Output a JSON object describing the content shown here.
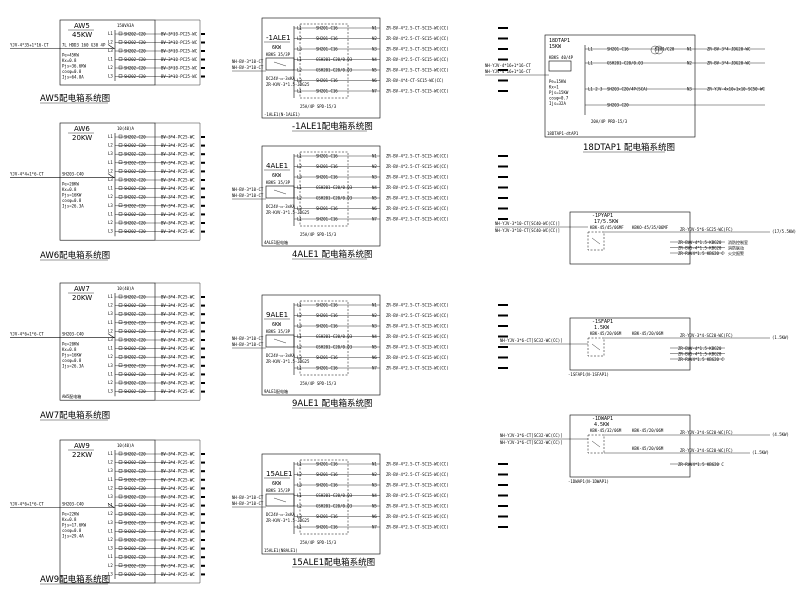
{
  "boards": [
    {
      "id": "AW5",
      "name": "AW5",
      "power": "45KW",
      "feeder": "YJV-4*35+1*16-CT",
      "feeder_note": "7L HDD3 160 G30 4P",
      "params": [
        "Pe=45KW",
        "Kx=0.8",
        "Pjs=36.6KW",
        "cosφ=0.8",
        "Ijs=64.8A"
      ],
      "breaker_head": "150VA3A",
      "circuits": [
        {
          "l": "L1",
          "b": "SH202-C20",
          "c": "BV-3*10-PC25-WC"
        },
        {
          "l": "L2",
          "b": "SH202-C20",
          "c": "BV-3*10-PC25-WC"
        },
        {
          "l": "L3",
          "b": "SH202-C20",
          "c": "BV-3*10-PC25-WC"
        },
        {
          "l": "L1",
          "b": "SH202-C20",
          "c": "BV-3*10-PC25-WC"
        },
        {
          "l": "L2",
          "b": "SH202-C20",
          "c": "BV-3*10-PC25-WC"
        },
        {
          "l": "L3",
          "b": "SH202-C20",
          "c": "BV-3*10-PC25-WC"
        }
      ],
      "caption": "AW5配电箱系统图"
    },
    {
      "id": "AW6",
      "name": "AW6",
      "power": "20KW",
      "feeder": "YJV-4*4+1*6-CT",
      "main_breaker": "SH203-C40",
      "params": [
        "Pe=20KW",
        "Kx=0.8",
        "Pjs=16KW",
        "cosφ=0.8",
        "Ijs=26.3A"
      ],
      "breaker_head": "10(40)A",
      "circuits": [
        {
          "l": "L1",
          "b": "SH202-C20",
          "c": "BV-3*4-PC25-WC"
        },
        {
          "l": "L2",
          "b": "SH202-C20",
          "c": "BV-3*4-PC25-WC"
        },
        {
          "l": "L3",
          "b": "SH202-C20",
          "c": "BV-3*4-PC25-WC"
        },
        {
          "l": "L1",
          "b": "SH202-C20",
          "c": "BV-3*4-PC25-WC"
        },
        {
          "l": "L2",
          "b": "SH202-C20",
          "c": "BV-3*4-PC25-WC"
        },
        {
          "l": "L3",
          "b": "SH202-C20",
          "c": "BV-3*4-PC25-WC"
        },
        {
          "l": "L1",
          "b": "SH202-C20",
          "c": "BV-3*4-PC25-WC"
        },
        {
          "l": "L2",
          "b": "SH202-C20",
          "c": "BV-3*4-PC25-WC"
        },
        {
          "l": "L3",
          "b": "SH202-C20",
          "c": "BV-3*4-PC25-WC"
        },
        {
          "l": "L1",
          "b": "SH202-C20",
          "c": "BV-3*4-PC25-WC"
        },
        {
          "l": "L2",
          "b": "SH202-C20",
          "c": "BV-3*4-PC25-WC"
        },
        {
          "l": "L3",
          "b": "SH202-C20",
          "c": "BV-3*4-PC25-WC"
        }
      ],
      "caption": "AW6配电箱系统图"
    },
    {
      "id": "AW7",
      "name": "AW7",
      "power": "20KW",
      "feeder": "YJV-4*6+1*6-CT",
      "main_breaker": "SH203-C40",
      "params": [
        "Pe=20KW",
        "Kx=0.8",
        "Pjs=16KW",
        "cosφ=0.8",
        "Ijs=26.3A"
      ],
      "breaker_head": "10(40)A",
      "note": "AW5配电箱",
      "circuits": [
        {
          "l": "L1",
          "b": "SH202-C20",
          "c": "BV-3*4-PC25-WC"
        },
        {
          "l": "L2",
          "b": "SH202-C20",
          "c": "BV-3*4-PC25-WC"
        },
        {
          "l": "L3",
          "b": "SH202-C20",
          "c": "BV-3*4-PC25-WC"
        },
        {
          "l": "L1",
          "b": "SH202-C20",
          "c": "BV-3*4-PC25-WC"
        },
        {
          "l": "L2",
          "b": "SH202-C20",
          "c": "BV-3*4-PC25-WC"
        },
        {
          "l": "L3",
          "b": "SH202-C20",
          "c": "BV-3*4-PC25-WC"
        },
        {
          "l": "L1",
          "b": "SH202-C20",
          "c": "BV-3*4-PC25-WC"
        },
        {
          "l": "L2",
          "b": "SH202-C20",
          "c": "BV-3*4-PC25-WC"
        },
        {
          "l": "L3",
          "b": "SH202-C20",
          "c": "BV-3*4-PC25-WC"
        },
        {
          "l": "L1",
          "b": "SH202-C20",
          "c": "BV-3*4-PC25-WC"
        },
        {
          "l": "L2",
          "b": "SH202-C20",
          "c": "BV-3*4-PC25-WC"
        },
        {
          "l": "L3",
          "b": "SH202-C20",
          "c": "BV-3*4-PC25-WC"
        }
      ],
      "caption": "AW7配电箱系统图"
    },
    {
      "id": "AW9",
      "name": "AW9",
      "power": "22KW",
      "feeder": "YJV-4*6+1*6-CT",
      "main_breaker": "SH203-C40",
      "params": [
        "Pe=22KW",
        "Kx=0.8",
        "Pjs=17.6KW",
        "cosφ=0.8",
        "Ijs=29.4A"
      ],
      "breaker_head": "10(40)A",
      "circuits": [
        {
          "l": "L1",
          "b": "SH202-C20",
          "c": "BV-3*4-PC25-WC"
        },
        {
          "l": "L2",
          "b": "SH202-C20",
          "c": "BV-3*4-PC25-WC"
        },
        {
          "l": "L3",
          "b": "SH202-C20",
          "c": "BV-3*4-PC25-WC"
        },
        {
          "l": "L1",
          "b": "SH202-C20",
          "c": "BV-3*4-PC25-WC"
        },
        {
          "l": "L2",
          "b": "SH202-C20",
          "c": "BV-3*4-PC25-WC"
        },
        {
          "l": "L3",
          "b": "SH202-C20",
          "c": "BV-3*4-PC25-WC"
        },
        {
          "l": "L1",
          "b": "SH202-C20",
          "c": "BV-3*4-PC25-WC"
        },
        {
          "l": "L2",
          "b": "SH202-C20",
          "c": "BV-3*4-PC25-WC"
        },
        {
          "l": "L3",
          "b": "SH202-C20",
          "c": "BV-3*4-PC25-WC"
        },
        {
          "l": "L1",
          "b": "SH202-C20",
          "c": "BV-3*4-PC25-WC"
        },
        {
          "l": "L2",
          "b": "SH202-C20",
          "c": "BV-3*4-PC25-WC"
        },
        {
          "l": "L3",
          "b": "SH202-C20",
          "c": "BV-3*4-PC25-WC"
        },
        {
          "l": "L1",
          "b": "SH202-C20",
          "c": "BV-3*4-PC25-WC"
        },
        {
          "l": "L2",
          "b": "SH202-C20",
          "c": "BV-3*4-PC25-WC"
        },
        {
          "l": "L3",
          "b": "SH202-C20",
          "c": "BV-3*4-PC25-WC"
        }
      ],
      "caption": "AW9配电箱系统图"
    }
  ],
  "ale_boards": [
    {
      "id": "ALE-1",
      "name": "-1ALE1",
      "power": "6KW",
      "feeders": [
        "NH-BV-3*10-CT",
        "NH-BV-3*10-CT"
      ],
      "main": "KBKS 35/3P",
      "sub": [
        "DC24V-◻-3xKA",
        "ZR-KVV-3*1.5-JDG25"
      ],
      "bottom_note": "-1ALE1(N-1ALE1)",
      "meter": "25A/4P SPD-15/3",
      "circuits": [
        {
          "l": "L1",
          "b": "SH201-C16",
          "n": "N1",
          "c": "ZR-BV-4*2.5-CT-SC15-WC(CC)"
        },
        {
          "l": "L2",
          "b": "SH201-C16",
          "n": "N2",
          "c": "ZR-BV-4*2.5-CT-SC15-WC(CC)"
        },
        {
          "l": "L3",
          "b": "SH201-C16",
          "n": "N3",
          "c": "ZR-BV-4*2.5-CT-SC15-WC(CC)"
        },
        {
          "l": "L1",
          "b": "GSH201-C20/0.03",
          "n": "N4",
          "c": "ZR-BV-4*2.5-CT-SC15-WC(CC)"
        },
        {
          "l": "L2",
          "b": "GSH201-C20/0.03",
          "n": "N5",
          "c": "ZR-BV-4*2.5-CT-SC15-WC(CC)"
        },
        {
          "l": "L3",
          "b": "SH201-C16",
          "n": "N6",
          "c": "ZR-BV-4*4-CT-SC15-WC(CC)"
        },
        {
          "l": "L1",
          "b": "SH201-C16",
          "n": "N7",
          "c": "ZR-BV-4*2.5-CT-SC15-WC(CC)"
        }
      ],
      "caption": "-1ALE1配电箱系统图"
    },
    {
      "id": "ALE4",
      "name": "4ALE1",
      "power": "6KW",
      "feeders": [
        "NH-BV-3*10-CT",
        "NH-BV-3*10-CT"
      ],
      "main": "KBKS 35/3P",
      "sub": [
        "DC24V-◻-3xKA",
        "ZR-KVV-3*1.5-JDG25"
      ],
      "bottom_note": "4ALE1配电箱",
      "meter": "25A/4P SPD-15/3",
      "circuits": [
        {
          "l": "L1",
          "b": "SH201-C16",
          "n": "N1",
          "c": "ZR-BV-4*2.5-CT-SC15-WC(CC)"
        },
        {
          "l": "L2",
          "b": "SH201-C16",
          "n": "N2",
          "c": "ZR-BV-4*2.5-CT-SC15-WC(CC)"
        },
        {
          "l": "L3",
          "b": "SH201-C16",
          "n": "N3",
          "c": "ZR-BV-4*2.5-CT-SC15-WC(CC)"
        },
        {
          "l": "L1",
          "b": "GSH201-C20/0.03",
          "n": "N4",
          "c": "ZR-BV-4*2.5-CT-SC15-WC(CC)"
        },
        {
          "l": "L2",
          "b": "GSH201-C20/0.03",
          "n": "N5",
          "c": "ZR-BV-4*2.5-CT-SC15-WC(CC)"
        },
        {
          "l": "L3",
          "b": "SH201-C16",
          "n": "N6",
          "c": "ZR-BV-4*2.5-CT-SC15-WC(CC)"
        },
        {
          "l": "L1",
          "b": "SH201-C16",
          "n": "N7",
          "c": "ZR-BV-4*2.5-CT-SC15-WC(CC)"
        }
      ],
      "caption": "4ALE1 配电箱系统图"
    },
    {
      "id": "ALE9",
      "name": "9ALE1",
      "power": "6KW",
      "feeders": [
        "NH-BV-3*10-CT",
        "NH-BV-3*10-CT"
      ],
      "main": "KBKS 35/3P",
      "sub": [
        "DC24V-◻-3xKA",
        "ZR-KVV-3*1.5-JDG25"
      ],
      "bottom_note": "9ALE1配电箱",
      "meter": "25A/4P SPD-15/3",
      "circuits": [
        {
          "l": "L1",
          "b": "SH201-C16",
          "n": "N1",
          "c": "ZR-BV-4*2.5-CT-SC15-WC(CC)"
        },
        {
          "l": "L2",
          "b": "SH201-C16",
          "n": "N2",
          "c": "ZR-BV-4*2.5-CT-SC15-WC(CC)"
        },
        {
          "l": "L3",
          "b": "SH201-C16",
          "n": "N3",
          "c": "ZR-BV-4*2.5-CT-SC15-WC(CC)"
        },
        {
          "l": "L1",
          "b": "GSH201-C20/0.03",
          "n": "N4",
          "c": "ZR-BV-4*2.5-CT-SC15-WC(CC)"
        },
        {
          "l": "L2",
          "b": "GSH201-C20/0.03",
          "n": "N5",
          "c": "ZR-BV-4*2.5-CT-SC15-WC(CC)"
        },
        {
          "l": "L3",
          "b": "SH201-C16",
          "n": "N6",
          "c": "ZR-BV-4*2.5-CT-SC15-WC(CC)"
        },
        {
          "l": "L1",
          "b": "SH201-C16",
          "n": "N7",
          "c": "ZR-BV-4*2.5-CT-SC15-WC(CC)"
        }
      ],
      "caption": "9ALE1 配电箱系统图"
    },
    {
      "id": "ALE15",
      "name": "15ALE1",
      "power": "6KW",
      "feeders": [
        "NH-BV-3*10-CT",
        "NH-BV-3*10-CT"
      ],
      "main": "KBKS 35/3P",
      "sub": [
        "DC24V-◻-3xKA",
        "ZR-KVV-3*1.5-JDG25"
      ],
      "bottom_note": "15ALE1(N8ALE1)",
      "meter": "25A/4P SPD-15/3",
      "circuits": [
        {
          "l": "L1",
          "b": "SH201-C16",
          "n": "N1",
          "c": "ZR-BV-4*2.5-CT-SC15-WC(CC)"
        },
        {
          "l": "L2",
          "b": "SH201-C16",
          "n": "N2",
          "c": "ZR-BV-4*2.5-CT-SC15-WC(CC)"
        },
        {
          "l": "L3",
          "b": "SH201-C16",
          "n": "N3",
          "c": "ZR-BV-4*2.5-CT-SC15-WC(CC)"
        },
        {
          "l": "L1",
          "b": "GSH201-C20/0.03",
          "n": "N4",
          "c": "ZR-BV-4*2.5-CT-SC15-WC(CC)"
        },
        {
          "l": "L2",
          "b": "GSH201-C20/0.03",
          "n": "N5",
          "c": "ZR-BV-4*2.5-CT-SC15-WC(CC)"
        },
        {
          "l": "L3",
          "b": "SH201-C16",
          "n": "N6",
          "c": "ZR-BV-4*2.5-CT-SC15-WC(CC)"
        },
        {
          "l": "L1",
          "b": "SH201-C16",
          "n": "N7",
          "c": "ZR-BV-4*2.5-CT-SC15-WC(CC)"
        }
      ],
      "caption": "15ALE1配电箱系统图"
    }
  ],
  "dtap": {
    "name": "18DTAP1",
    "power": "15KW",
    "feeders": [
      "NH-YJV-4*16+1*16-CT",
      "NH-YJV-4*16+1*16-CT"
    ],
    "main": "KBKS 40/4P",
    "params": [
      "Pe=15KW",
      "Kx=1",
      "Pjs=15KW",
      "cosφ=0.7",
      "Ijs=32A"
    ],
    "bottom_note": "18DTAP1-dtAP1",
    "circuits": [
      {
        "l": "L1",
        "b": "SH201-C16",
        "extra": "S201/C20",
        "n": "N1",
        "c": "ZR-BV-3*4-JDG20-WC"
      },
      {
        "l": "L1",
        "b": "GSH201-C20/0.03",
        "n": "N2",
        "c": "ZR-BV-3*4-JDG20-WC"
      },
      {
        "l": "L1 2 3",
        "b": "SH203-C20/4P(SCA)",
        "n": "N3",
        "c": "ZR-YJV-4x10+1x10-SC50-WC"
      },
      {
        "l": "",
        "b": "SH203-C20",
        "n": "",
        "c": ""
      }
    ],
    "meter": "20A/4P  PRD-15/3",
    "caption": "18DTAP1 配电箱系统图"
  },
  "fans": [
    {
      "name": "-1PYAP1",
      "power": "17/5.5KW",
      "feeders": [
        "NH-YJV-3*10-CT[SC40-WC(CC)]",
        "NH-YJV-3*10-CT[SC40-WC(CC)]"
      ],
      "main": "KBK-45/45/06MF",
      "breaker": "KBKO-45/35/06MF",
      "out": "ZR-YJV-5*6-SC25-WC(FC)",
      "rating": "(17/5.5KW)",
      "lines": [
        "ZR-BVV-4*1.5-KBG20",
        "ZR-BV5-4*1.5-KBG20",
        "ZR-RVV4*1.5 KBG20 C"
      ],
      "remarks": [
        "消防控制室",
        "消防联动",
        "火灾报警"
      ]
    },
    {
      "name": "-1SFAP1",
      "power": "1.5KW",
      "feeders": [
        "NH-YJV-3*6-CT[SC32-WC(CC)]"
      ],
      "main": "KBK-45/20/06M",
      "breaker": "KBK-45/20/06M",
      "out": "ZR-YJV-3*4-SC20-WC(FC)",
      "rating": "(1.5KW)",
      "lines": [
        "ZR-BVV-4*1.5-KBG20",
        "ZR-BV5-4*1.5-KBG20",
        "ZR-RVV4*1.5 KBG20 C"
      ],
      "bottom": "-1SFAP1(N-1SFAP1)"
    },
    {
      "name": "-1DWAP1",
      "power": "4.5KW",
      "feeders": [
        "NH-YJV-3*6-CT[SC32-WC(CC)]",
        "NH-YJV-3*6-CT[SC32-WC(CC)]"
      ],
      "main": "KBK-45/32/06M",
      "breaker": "KBK-45/20/06M",
      "breaker2": "KBK-45/20/06M",
      "out": "ZR-YJV-3*4-SC20-WC(FC)",
      "out2": "ZR-YJV-3*4-SC20-WC(FC)",
      "rating": "(4.5KW)",
      "rating2": "(1.5KW)",
      "line": "ZR-RVV4*1.5 KBG20 C",
      "bottom": "-1DWAP1(N-1DWAP1)"
    }
  ]
}
